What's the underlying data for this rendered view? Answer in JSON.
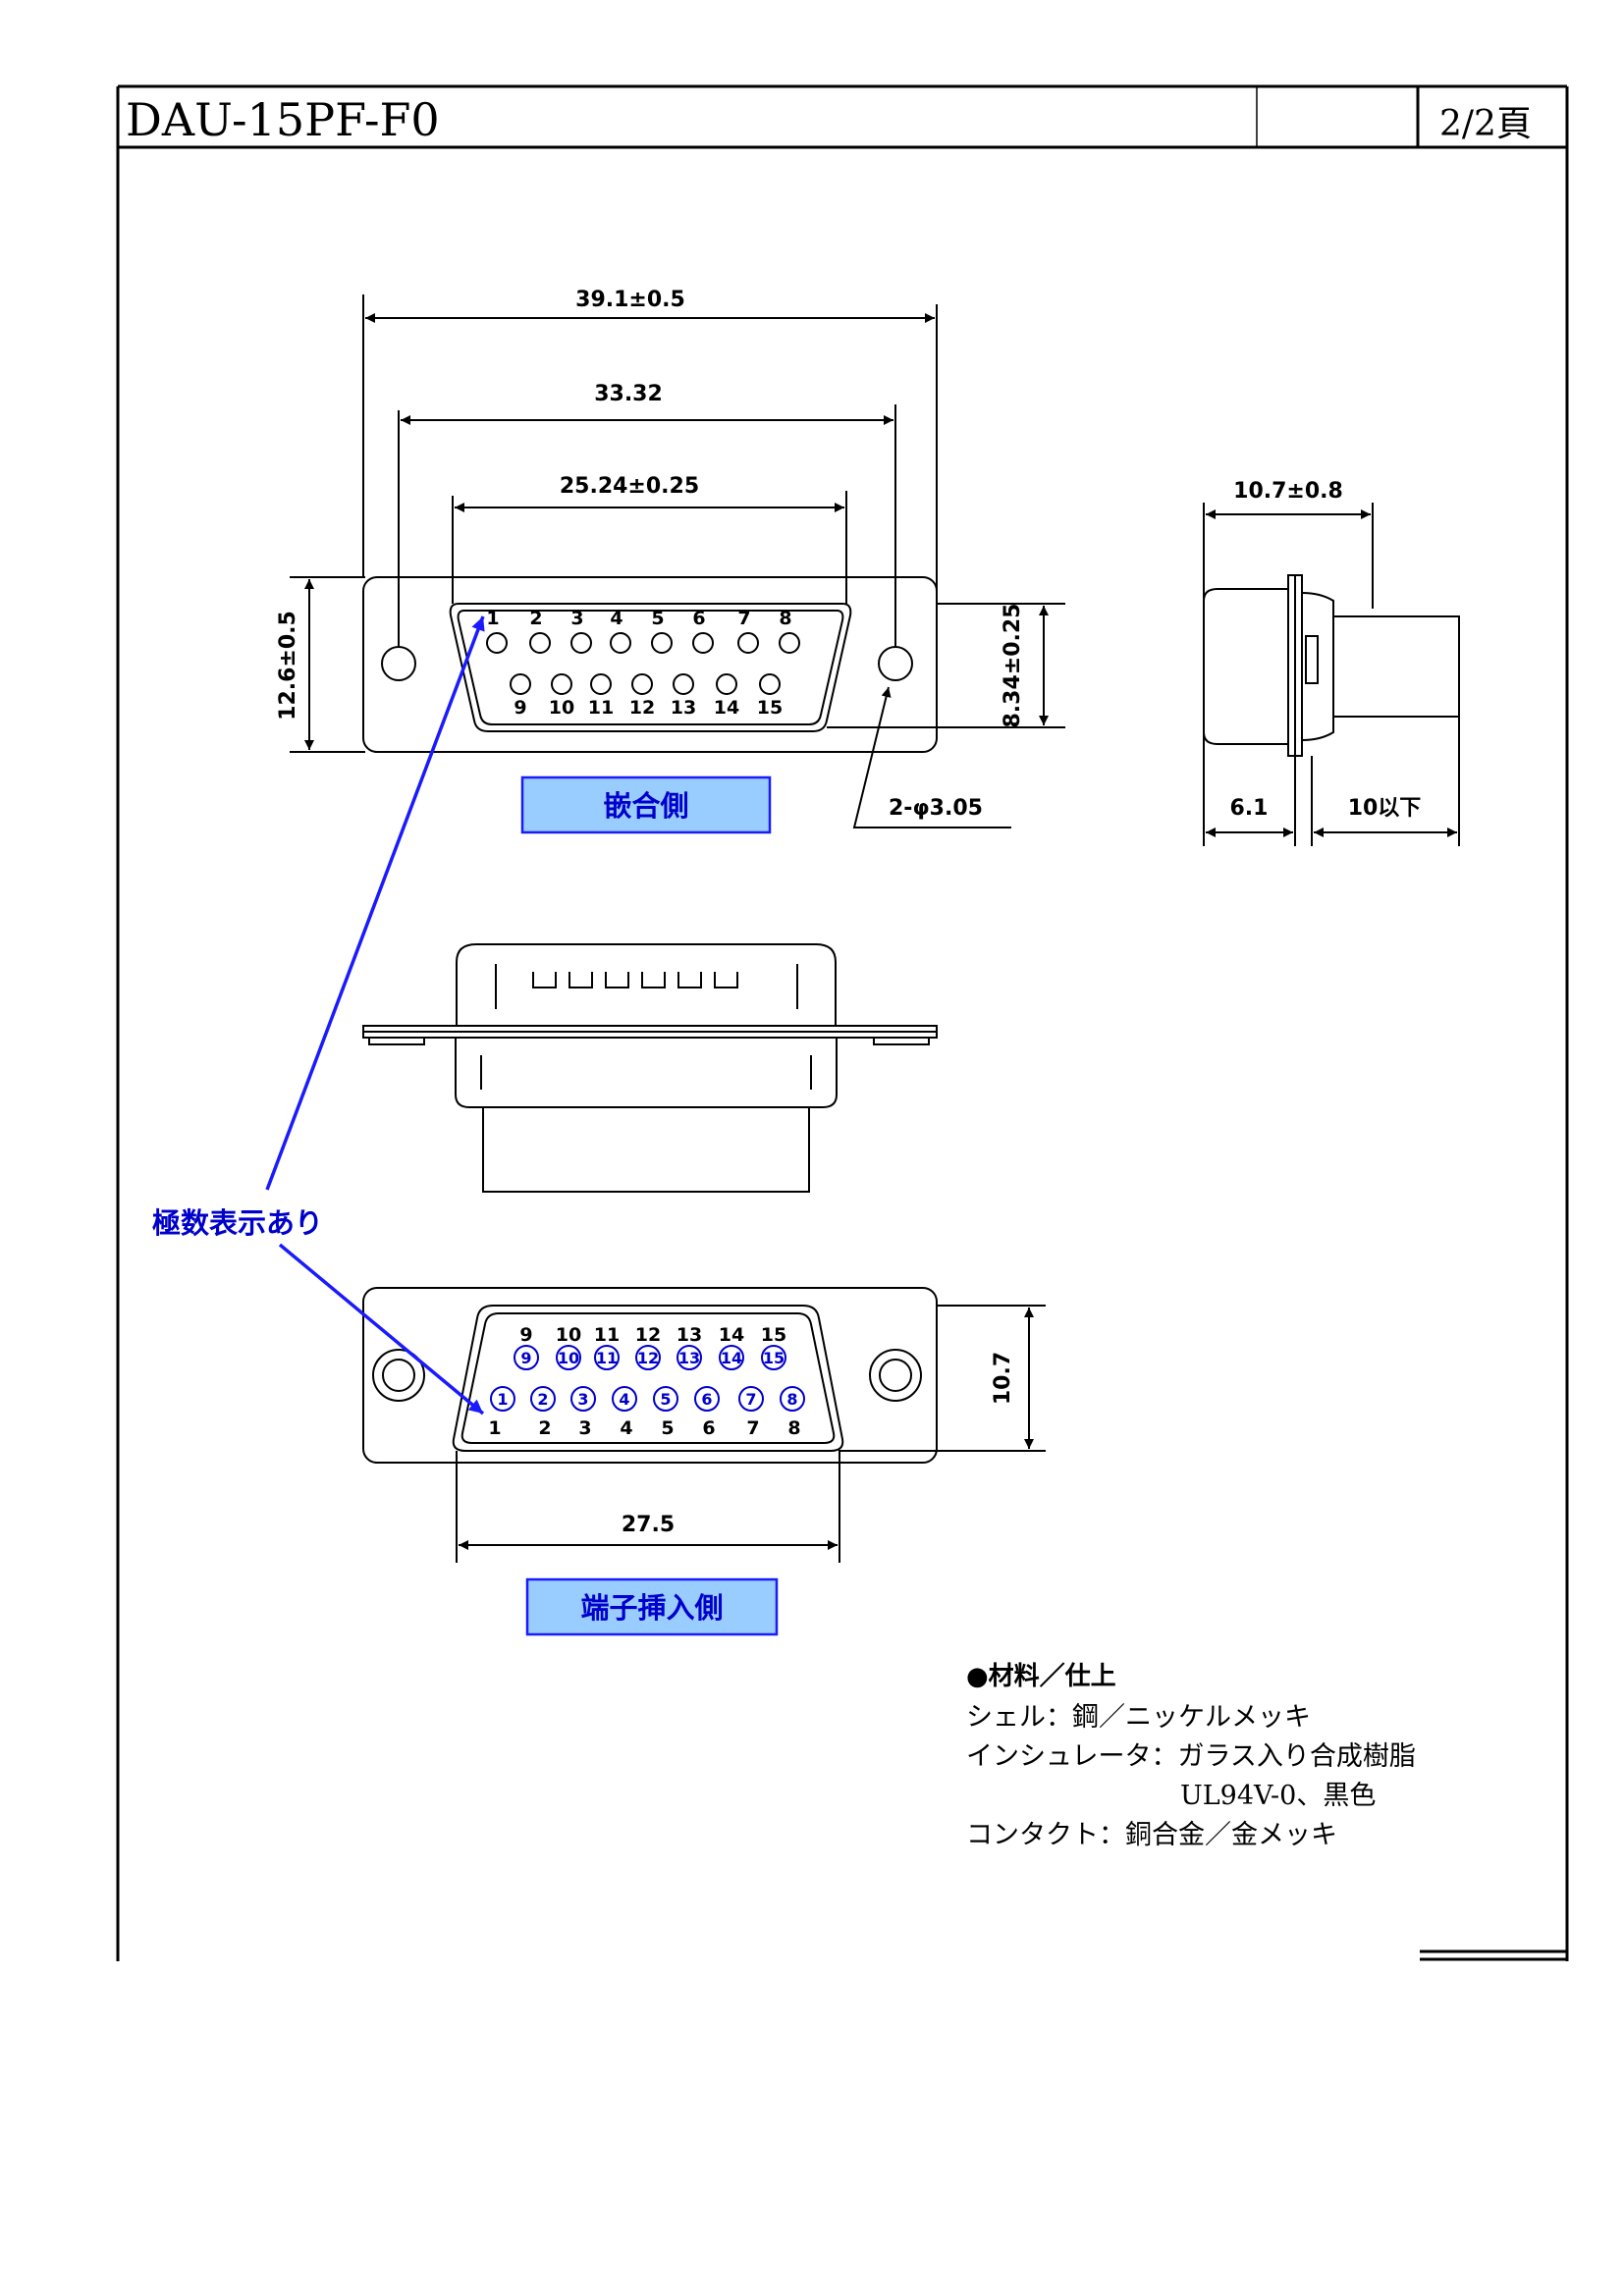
{
  "header": {
    "part_number": "DAU-15PF-F0",
    "page": "2/2頁"
  },
  "front_view": {
    "dim_overall_width": "39.1±0.5",
    "dim_hole_pitch": "33.32",
    "dim_shell_width": "25.24±0.25",
    "dim_flange_height": "12.6±0.5",
    "dim_shell_height": "8.34±0.25",
    "dim_hole": "2-φ3.05",
    "pins_top": [
      "1",
      "2",
      "3",
      "4",
      "5",
      "6",
      "7",
      "8"
    ],
    "pins_bottom": [
      "9",
      "10",
      "11",
      "12",
      "13",
      "14",
      "15"
    ],
    "side_label": "嵌合側"
  },
  "side_view": {
    "dim_depth": "10.7±0.8",
    "dim_front": "6.1",
    "dim_tail": "10以下"
  },
  "rear_view": {
    "pins_top": [
      "9",
      "10",
      "11",
      "12",
      "13",
      "14",
      "15"
    ],
    "pins_bottom": [
      "1",
      "2",
      "3",
      "4",
      "5",
      "6",
      "7",
      "8"
    ],
    "dim_height": "10.7",
    "dim_width": "27.5",
    "side_label": "端子挿入側"
  },
  "annotation": "極数表示あり",
  "materials": {
    "heading": "●材料／仕上",
    "lines": [
      "シェル：鋼／ニッケルメッキ",
      "インシュレータ：ガラス入り合成樹脂",
      "UL94V-0、黒色",
      "コンタクト：銅合金／金メッキ"
    ]
  }
}
